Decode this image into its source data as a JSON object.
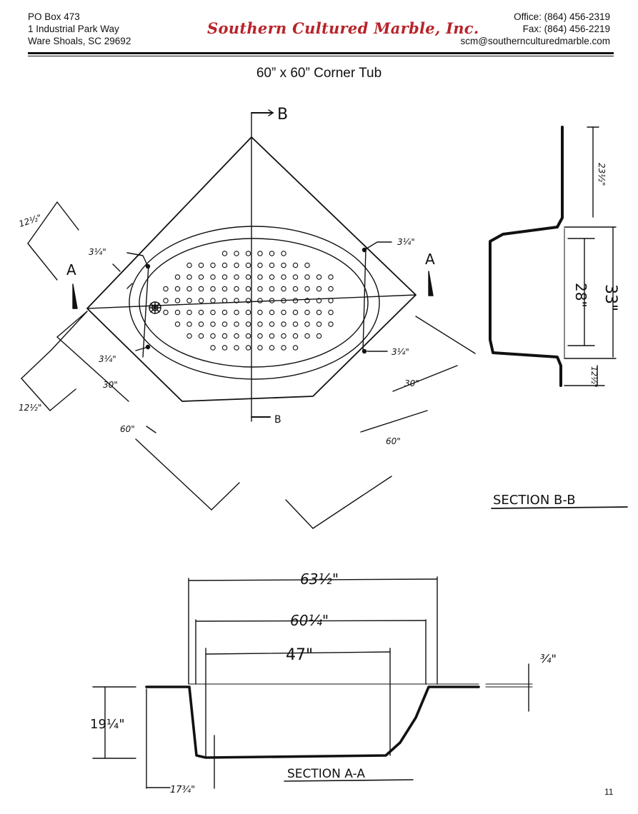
{
  "header": {
    "address": [
      "PO Box 473",
      "1 Industrial Park Way",
      "Ware Shoals, SC 29692"
    ],
    "company": "Southern Cultured Marble, Inc.",
    "office": "Office: (864) 456-2319",
    "fax": "Fax: (864) 456-2219",
    "email": "scm@southernculturedmarble.com"
  },
  "title": "60” x 60” Corner Tub",
  "plan": {
    "section_b_top": "B",
    "section_b_bottom": "B",
    "section_a_left": "A",
    "section_a_right": "A",
    "dim_corner_12_top": "12½\"",
    "dim_corner_12_bottom": "12½\"",
    "dim_inset_top_left": "3¼\"",
    "dim_inset_top_right": "3¼\"",
    "dim_inset_bottom_left": "3¼\"",
    "dim_inset_bottom_right": "3¼\"",
    "dim_30_left": "30\"",
    "dim_30_right": "30\"",
    "dim_60_left": "60\"",
    "dim_60_right": "60\""
  },
  "section_bb": {
    "label": "SECTION B-B",
    "dim_top": "23½\"",
    "dim_28": "28\"",
    "dim_33": "33\"",
    "dim_bottom": "12½\""
  },
  "section_aa": {
    "label": "SECTION A-A",
    "dim_63": "63½\"",
    "dim_60": "60¼\"",
    "dim_47": "47\"",
    "dim_34": "¾\"",
    "dim_19": "19¼\"",
    "dim_17": "17¾\""
  },
  "page_number": "11",
  "colors": {
    "logo": "#b8232a",
    "ink": "#111111"
  }
}
